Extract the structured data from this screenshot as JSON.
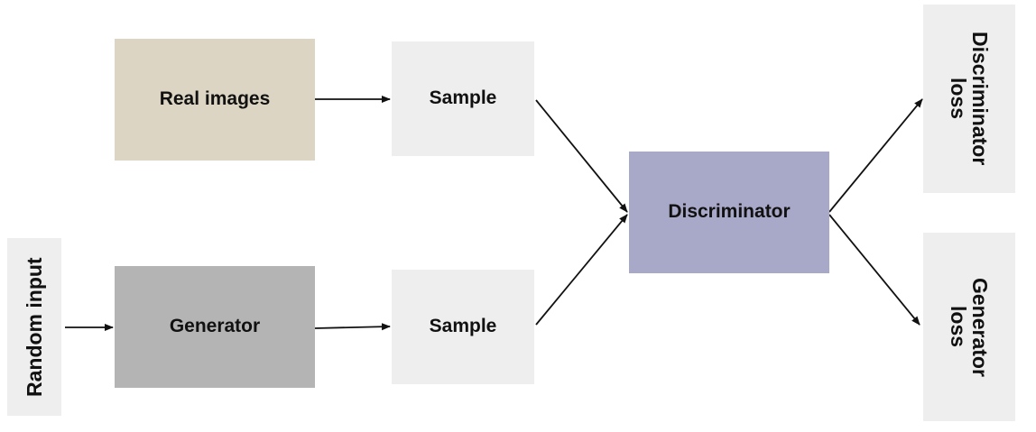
{
  "colors": {
    "real_images": "#ddd5c3",
    "sample": "#eeeeee",
    "random_input": "#eeeeee",
    "generator": "#b4b4b4",
    "discriminator": "#a8a8c8",
    "loss": "#eeeeee",
    "edge": "#111111"
  },
  "nodes": {
    "real_images": "Real images",
    "sample_top": "Sample",
    "random_input": "Random input",
    "generator": "Generator",
    "sample_bottom": "Sample",
    "discriminator": "Discriminator",
    "discriminator_loss": "Discriminator\nloss",
    "generator_loss": "Generator\nloss"
  },
  "edges": [
    {
      "from": "real_images",
      "to": "sample_top"
    },
    {
      "from": "random_input",
      "to": "generator"
    },
    {
      "from": "generator",
      "to": "sample_bottom"
    },
    {
      "from": "sample_top",
      "to": "discriminator"
    },
    {
      "from": "sample_bottom",
      "to": "discriminator"
    },
    {
      "from": "discriminator",
      "to": "discriminator_loss"
    },
    {
      "from": "discriminator",
      "to": "generator_loss"
    }
  ]
}
